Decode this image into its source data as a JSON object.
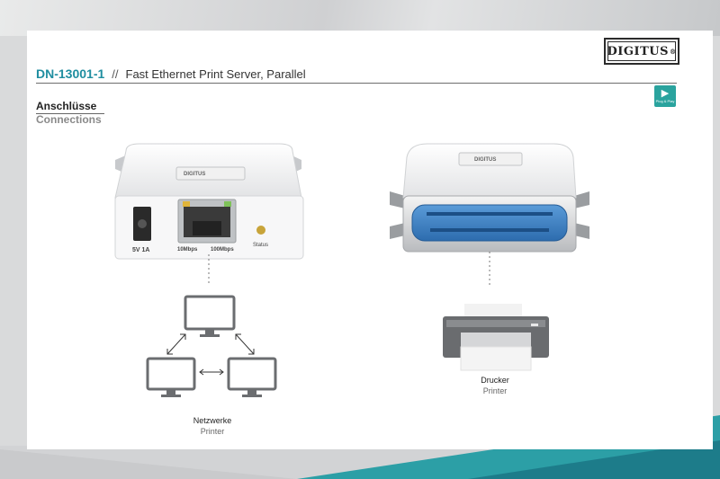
{
  "header": {
    "model": "DN-13001-1",
    "separator": "//",
    "title": "Fast Ethernet Print Server, Parallel"
  },
  "logo": {
    "text": "DIGITUS",
    "mark": "®"
  },
  "badge": {
    "icon": "play-icon",
    "text": "Plug & Play"
  },
  "section": {
    "title_de": "Anschlüsse",
    "title_en": "Connections"
  },
  "device_left": {
    "brand": "DIGITUS",
    "ports": {
      "power": "5V 1A",
      "led_left": "10Mbps",
      "led_right": "100Mbps",
      "status": "Status"
    }
  },
  "device_right": {
    "brand": "DIGITUS"
  },
  "network": {
    "label_line1": "Netzwerke",
    "label_line2": "Printer"
  },
  "printer": {
    "label_line1": "Drucker",
    "label_line2": "Printer"
  },
  "colors": {
    "accent": "#1f8ea0",
    "teal": "#2aa39e",
    "connector_blue": "#3d7fc4"
  }
}
